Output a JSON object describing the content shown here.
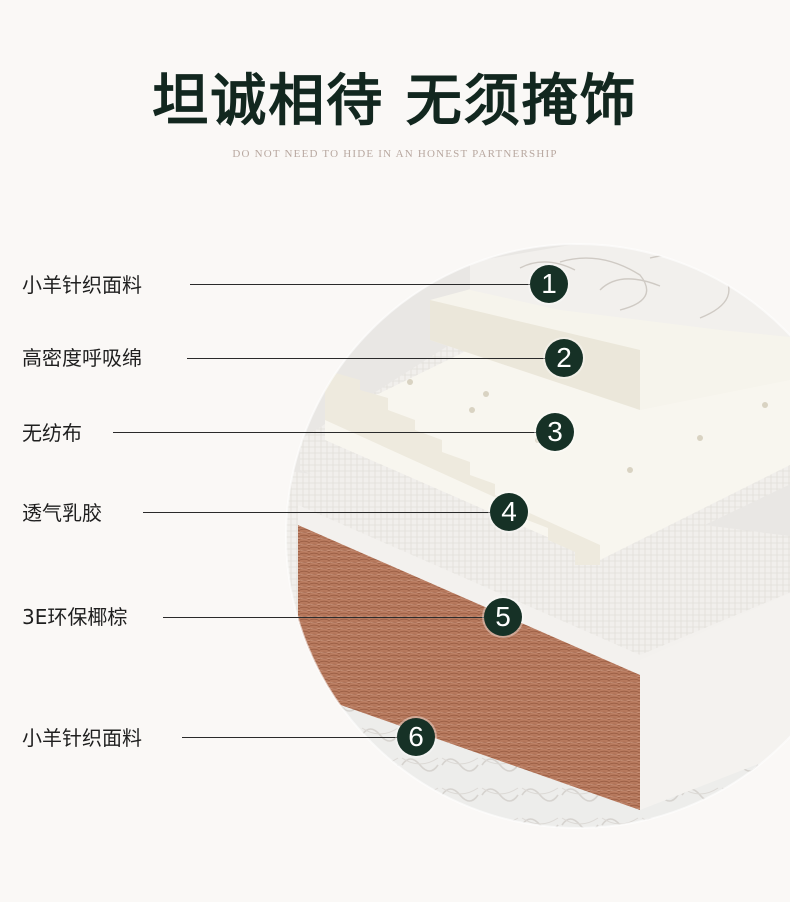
{
  "header": {
    "title": "坦诚相待 无须掩饰",
    "subtitle": "DO NOT NEED TO HIDE IN AN HONEST PARTNERSHIP"
  },
  "layers": [
    {
      "number": "1",
      "label": "小羊针织面料"
    },
    {
      "number": "2",
      "label": "高密度呼吸绵"
    },
    {
      "number": "3",
      "label": "无纺布"
    },
    {
      "number": "4",
      "label": "透气乳胶"
    },
    {
      "number": "5",
      "label": "3E环保椰棕"
    },
    {
      "number": "6",
      "label": "小羊针织面料"
    }
  ],
  "colors": {
    "title": "#12271f",
    "subtitle": "#b8a8a0",
    "badge": "#163126",
    "coir": "#b87a5e",
    "background": "#faf8f6"
  }
}
